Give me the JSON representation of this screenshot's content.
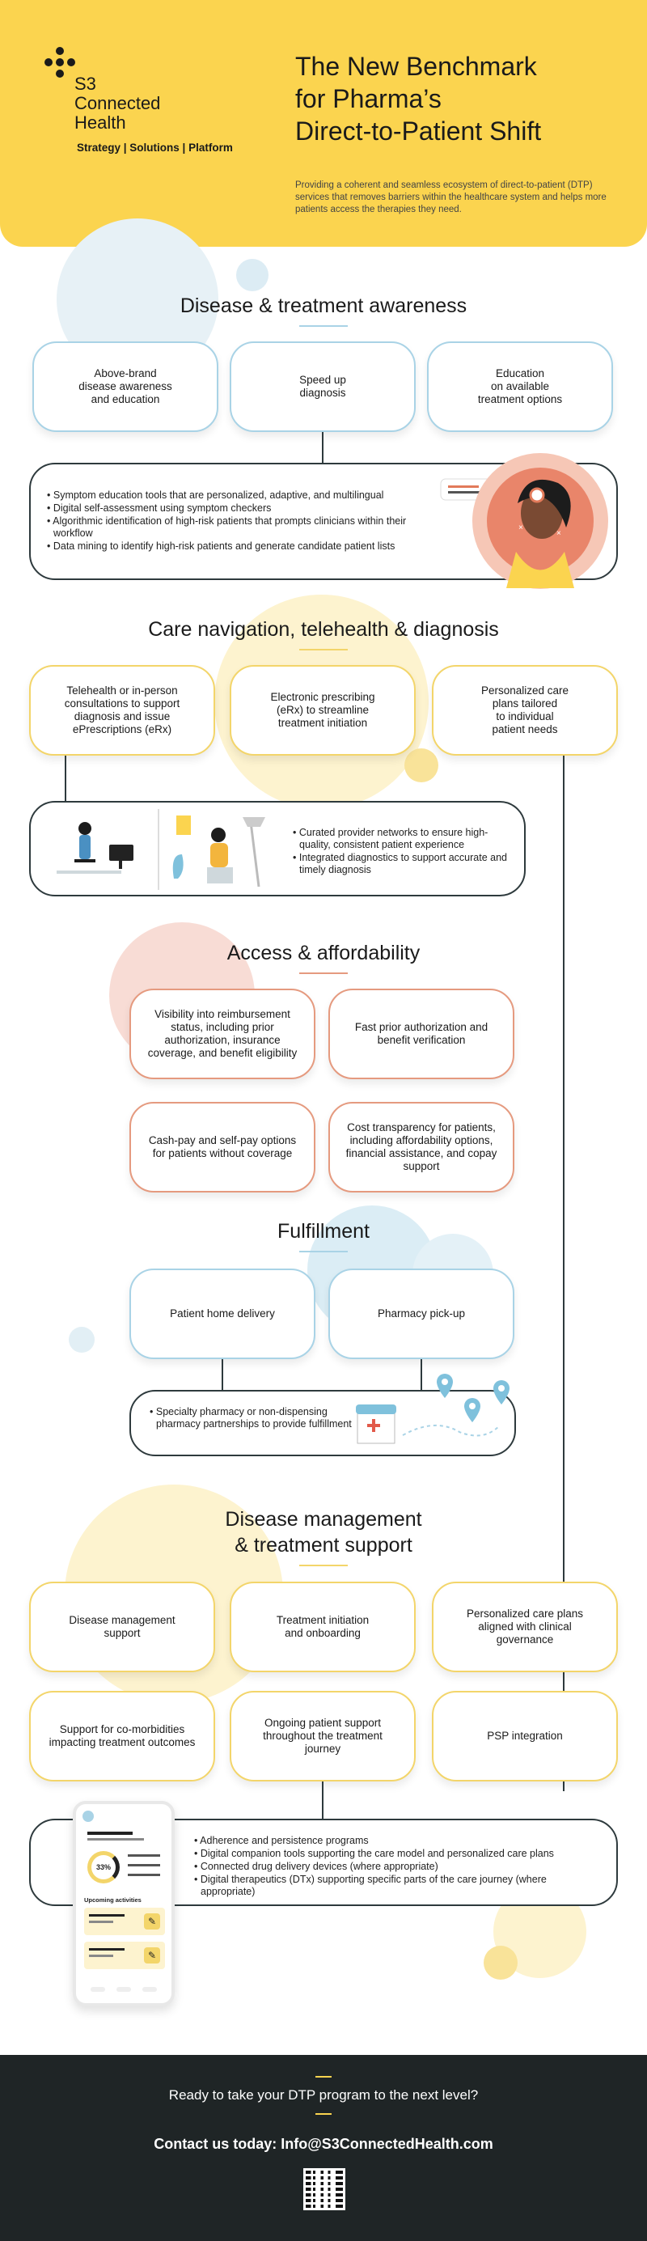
{
  "header": {
    "brand": "S3\nConnected\nHealth",
    "tagline": "Strategy | Solutions | Platform",
    "title": "The New Benchmark\nfor Pharma’s\nDirect-to-Patient Shift",
    "subtitle": "Providing a coherent and seamless ecosystem of direct-to-patient (DTP) services that removes barriers within the healthcare system and helps more patients access the therapies they need."
  },
  "awareness": {
    "title": "Disease & treatment awareness",
    "cards": [
      "Above-brand\ndisease awareness\nand education",
      "Speed up\ndiagnosis",
      "Education\non available\ntreatment options"
    ],
    "bullets": [
      "Symptom education tools that are personalized, adaptive, and multilingual",
      "Digital self-assessment using symptom checkers",
      "Algorithmic identification of high-risk patients that prompts clinicians within their workflow",
      "Data mining to identify high-risk patients and generate candidate patient lists"
    ]
  },
  "navigation": {
    "title": "Care navigation, telehealth & diagnosis",
    "cards": [
      "Telehealth or in-person\nconsultations to support\ndiagnosis and issue\nePrescriptions (eRx)",
      "Electronic prescribing\n(eRx) to streamline\ntreatment initiation",
      "Personalized care\nplans tailored\nto individual\npatient needs"
    ],
    "bullets": [
      "Curated provider networks to ensure high-quality, consistent patient experience",
      "Integrated diagnostics to support accurate and timely diagnosis"
    ]
  },
  "access": {
    "title": "Access & affordability",
    "cards": [
      "Visibility into reimbursement status, including prior authorization, insurance coverage, and benefit eligibility",
      "Fast prior authorization and benefit verification",
      "Cash-pay and self-pay options for patients without coverage",
      "Cost transparency for patients, including affordability options, financial assistance, and copay support"
    ]
  },
  "fulfillment": {
    "title": "Fulfillment",
    "cards": [
      "Patient home delivery",
      "Pharmacy pick-up"
    ],
    "bullets": [
      "Specialty pharmacy or non-dispensing pharmacy partnerships to provide fulfillment"
    ]
  },
  "management": {
    "title": "Disease management\n& treatment support",
    "cards": [
      "Disease management\nsupport",
      "Treatment initiation\nand onboarding",
      "Personalized care plans\naligned with clinical\ngovernance",
      "Support for co-morbidities\nimpacting treatment outcomes",
      "Ongoing patient support\nthroughout the treatment\njourney",
      "PSP integration"
    ],
    "bullets": [
      "Adherence and persistence programs",
      "Digital companion tools supporting the care model and personalized care plans",
      "Connected drug delivery devices (where appropriate)",
      "Digital therapeutics (DTx) supporting specific parts of the care journey (where appropriate)"
    ],
    "phone": {
      "percent": "33%",
      "activities_label": "Upcoming activities"
    }
  },
  "footer": {
    "question": "Ready to take your DTP program to the next level?",
    "contact": "Contact us today: Info@S3ConnectedHealth.com"
  },
  "colors": {
    "brand_yellow": "#fbd44f",
    "blue": "#a9d3e6",
    "yellow": "#f3d56a",
    "red": "#e59a7f",
    "dark": "#1f2526"
  }
}
